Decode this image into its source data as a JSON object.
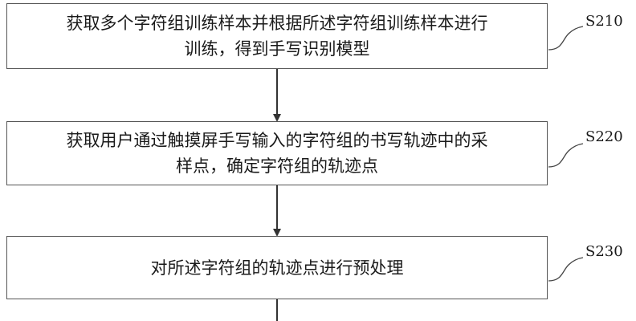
{
  "steps": [
    {
      "id": "S210",
      "lines": [
        "获取多个字符组训练样本并根据所述字符组训练样本进行",
        "训练，得到手写识别模型"
      ]
    },
    {
      "id": "S220",
      "lines": [
        "获取用户通过触摸屏手写输入的字符组的书写轨迹中的采",
        "样点，确定字符组的轨迹点"
      ]
    },
    {
      "id": "S230",
      "lines": [
        "对所述字符组的轨迹点进行预处理"
      ]
    }
  ],
  "colors": {
    "border": "#555555",
    "arrow": "#333333",
    "text": "#1a1a1a"
  }
}
